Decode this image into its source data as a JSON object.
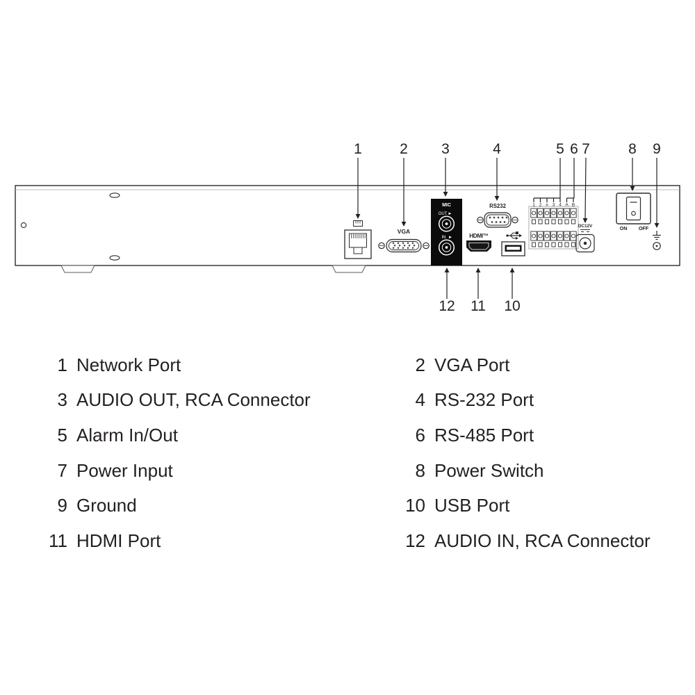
{
  "diagram": {
    "callouts_top": [
      "1",
      "2",
      "3",
      "4",
      "5",
      "6",
      "7",
      "8",
      "9"
    ],
    "callouts_bottom": [
      "12",
      "11",
      "10"
    ],
    "panel_labels": {
      "vga": "VGA",
      "mic": "MIC",
      "audio_out": "OUT",
      "audio_in": "IN",
      "rs232": "RS232",
      "hdmi": "HDMI™",
      "dc12v": "DC12V",
      "power_on": "ON",
      "power_off": "OFF"
    },
    "terminal_labels": [
      "1",
      "2",
      "⏚",
      "3",
      "4",
      "A",
      "B"
    ]
  },
  "legend": {
    "left": [
      {
        "num": "1",
        "label": "Network Port"
      },
      {
        "num": "3",
        "label": "AUDIO OUT, RCA Connector"
      },
      {
        "num": "5",
        "label": "Alarm In/Out"
      },
      {
        "num": "7",
        "label": "Power Input"
      },
      {
        "num": "9",
        "label": "Ground"
      },
      {
        "num": "11",
        "label": "HDMI Port"
      }
    ],
    "right": [
      {
        "num": "2",
        "label": "VGA Port"
      },
      {
        "num": "4",
        "label": "RS-232 Port"
      },
      {
        "num": "6",
        "label": "RS-485 Port"
      },
      {
        "num": "8",
        "label": "Power Switch"
      },
      {
        "num": "10",
        "label": "USB Port"
      },
      {
        "num": "12",
        "label": "AUDIO IN, RCA Connector"
      }
    ]
  }
}
